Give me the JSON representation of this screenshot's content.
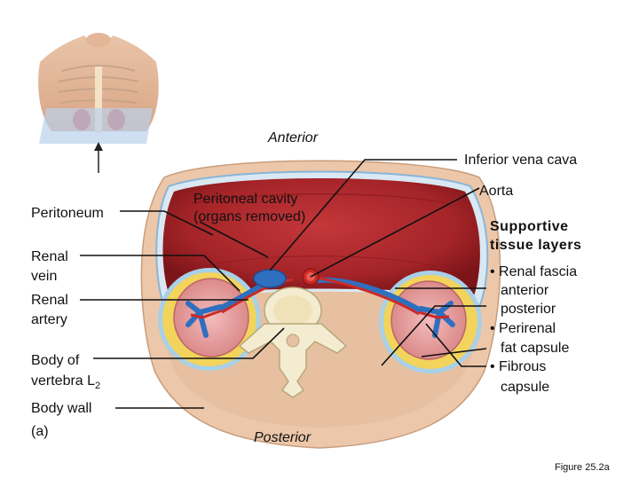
{
  "orientation": {
    "anterior": "Anterior",
    "posterior": "Posterior"
  },
  "labels": {
    "ivc": "Inferior vena cava",
    "peritoneum": "Peritoneum",
    "peritoneal_cavity_1": "Peritoneal cavity",
    "peritoneal_cavity_2": "(organs removed)",
    "aorta": "Aorta",
    "renal_vein_1": "Renal",
    "renal_vein_2": "vein",
    "renal_artery_1": "Renal",
    "renal_artery_2": "artery",
    "body_vertebra_1": "Body of",
    "body_vertebra_2": "vertebra L",
    "body_vertebra_sub": "2",
    "body_wall": "Body wall",
    "panel": "(a)"
  },
  "supportive": {
    "heading_1": "Supportive",
    "heading_2": "tissue layers",
    "items": [
      "• Renal fascia",
      "anterior",
      "posterior",
      "• Perirenal",
      "fat capsule",
      "• Fibrous",
      "capsule"
    ]
  },
  "figure_caption": "Figure 25.2a",
  "colors": {
    "body_wall": "#ecc7a9",
    "cavity_red": "#a8272a",
    "kidney": "#e9a3a3",
    "vein_blue": "#2f6fc0",
    "artery_red": "#cc2a25",
    "fat_yellow": "#f2d35c",
    "vertebra": "#f4ecd0",
    "fascia": "#a8d0e8"
  }
}
